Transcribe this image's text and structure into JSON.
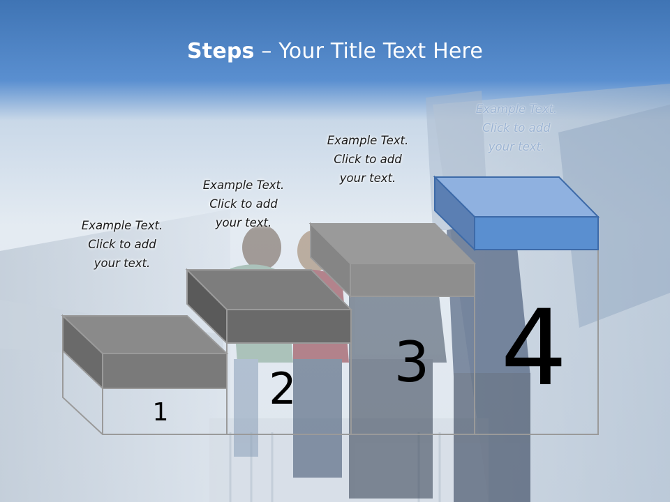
{
  "slide": {
    "title_strong": "Steps",
    "title_rest": " – Your Title Text Here"
  },
  "steps": [
    {
      "number": "1",
      "caption": [
        "Example Text.",
        "Click  to add",
        "your text."
      ]
    },
    {
      "number": "2",
      "caption": [
        "Example Text.",
        "Click  to add",
        "your text."
      ]
    },
    {
      "number": "3",
      "caption": [
        "Example Text.",
        "Click  to add",
        "your text."
      ]
    },
    {
      "number": "4",
      "caption": [
        "Example Text.",
        "Click  to add",
        "your text."
      ]
    }
  ],
  "colors": {
    "header_blue": "#4f86c9",
    "step_gray_top": "#8a8a8a",
    "step_gray_front": "#6e6e6e",
    "step_blue_top": "#8fb1e0",
    "step_blue_front": "#5a8fd0"
  }
}
